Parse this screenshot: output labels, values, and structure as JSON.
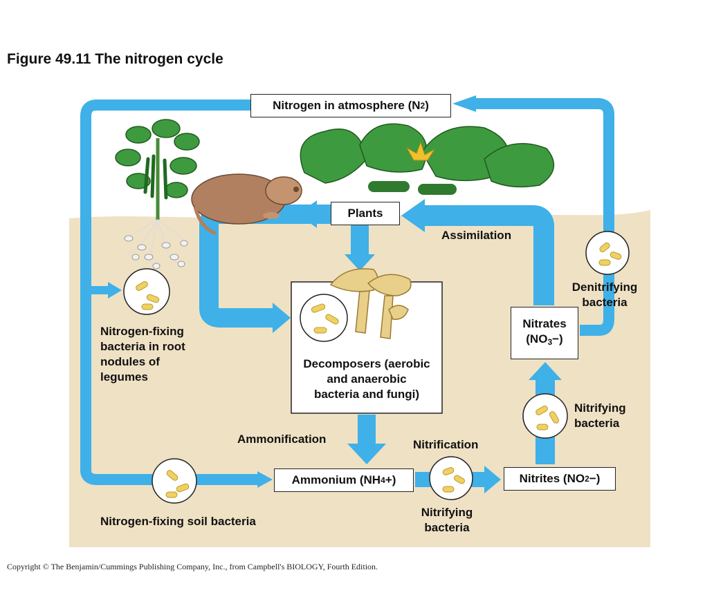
{
  "figure_title": "Figure 49.11  The nitrogen cycle",
  "nodes": {
    "atmosphere": {
      "label": "Nitrogen in atmosphere (N",
      "sub": "2",
      "tail": ")"
    },
    "plants": {
      "label": "Plants"
    },
    "decomposers": {
      "line1": "Decomposers (aerobic",
      "line2": "and anaerobic",
      "line3": "bacteria and fungi)"
    },
    "ammonium": {
      "label": "Ammonium (NH",
      "sub": "4",
      "tail": "+)"
    },
    "nitrites": {
      "label": "Nitrites (NO",
      "sub": "2",
      "tail": "−)"
    },
    "nitrates": {
      "line1": "Nitrates",
      "line2a": "(NO",
      "sub": "3",
      "line2b": "−)"
    }
  },
  "labels": {
    "assimilation": "Assimilation",
    "ammonification": "Ammonification",
    "nitrification": "Nitrification",
    "nitrifying_bottom": {
      "line1": "Nitrifying",
      "line2": "bacteria"
    },
    "nitrifying_right": {
      "line1": "Nitrifying",
      "line2": "bacteria"
    },
    "denitrifying": {
      "line1": "Denitrifying",
      "line2": "bacteria"
    },
    "root_bacteria": {
      "line1": "Nitrogen-fixing",
      "line2": "bacteria in root",
      "line3": "nodules of",
      "line4": "legumes"
    },
    "soil_bacteria": "Nitrogen-fixing soil bacteria"
  },
  "copyright": "Copyright © The Benjamin/Cummings Publishing Company, Inc., from Campbell's BIOLOGY, Fourth Edition.",
  "colors": {
    "arrow": "#3fb0e8",
    "soil": "#efe1c4",
    "leaf": "#3e9a3e",
    "bacteria": "#f0d060",
    "mushroom": "#e8cf8a",
    "mole": "#b08060"
  },
  "icons": [
    "legume-plant-icon",
    "mole-icon",
    "squash-plant-icon",
    "mushroom-icon",
    "bacteria-icon"
  ]
}
